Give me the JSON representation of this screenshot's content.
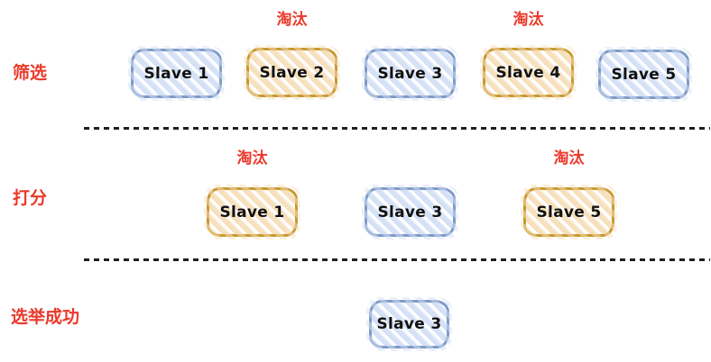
{
  "rows": [
    {
      "stage_label": "筛选",
      "boxes": [
        {
          "label": "Slave 1",
          "status": "kept"
        },
        {
          "label": "Slave 2",
          "status": "eliminated",
          "tag": "淘汰"
        },
        {
          "label": "Slave 3",
          "status": "kept"
        },
        {
          "label": "Slave 4",
          "status": "eliminated",
          "tag": "淘汰"
        },
        {
          "label": "Slave 5",
          "status": "kept"
        }
      ]
    },
    {
      "stage_label": "打分",
      "boxes": [
        {
          "label": "Slave 1",
          "status": "eliminated",
          "tag": "淘汰"
        },
        {
          "label": "Slave 3",
          "status": "kept"
        },
        {
          "label": "Slave 5",
          "status": "eliminated",
          "tag": "淘汰"
        }
      ]
    },
    {
      "stage_label": "选举成功",
      "boxes": [
        {
          "label": "Slave 3",
          "status": "kept"
        }
      ]
    }
  ],
  "colors": {
    "label_red": "#ea392b",
    "kept_border": "#7e9ac7",
    "kept_stripe": "#d4e1f6",
    "eliminated_border": "#c8992e",
    "eliminated_stripe": "#f7e0bd",
    "divider": "#1f1f1f"
  }
}
